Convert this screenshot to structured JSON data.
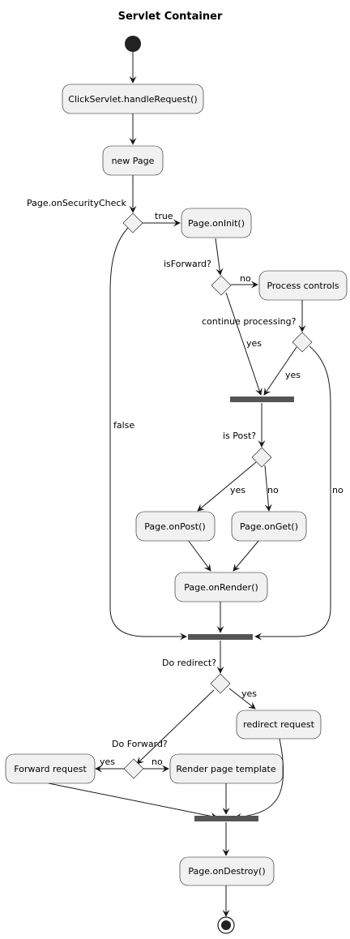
{
  "title": "Servlet Container",
  "activities": {
    "handle_request": "ClickServlet.handleRequest()",
    "new_page": "new Page",
    "on_init": "Page.onInit()",
    "process_controls": "Process controls",
    "on_post": "Page.onPost()",
    "on_get": "Page.onGet()",
    "on_render": "Page.onRender()",
    "redirect_request": "redirect request",
    "forward_request": "Forward request",
    "render_template": "Render page template",
    "on_destroy": "Page.onDestroy()"
  },
  "decisions": {
    "security_check": "Page.onSecurityCheck",
    "is_forward": "isForward?",
    "continue_processing": "continue processing?",
    "is_post": "is Post?",
    "do_redirect": "Do redirect?",
    "do_forward": "Do Forward?"
  },
  "edge_labels": {
    "security_true": "true",
    "security_false": "false",
    "forward_no": "no",
    "forward_yes": "yes",
    "continue_yes": "yes",
    "continue_no": "no",
    "post_yes": "yes",
    "post_no": "no",
    "redirect_yes": "yes",
    "do_forward_yes": "yes",
    "do_forward_no": "no"
  },
  "colors": {
    "node_fill": "#f1f1f1",
    "line": "#181818",
    "bar": "#555555"
  }
}
